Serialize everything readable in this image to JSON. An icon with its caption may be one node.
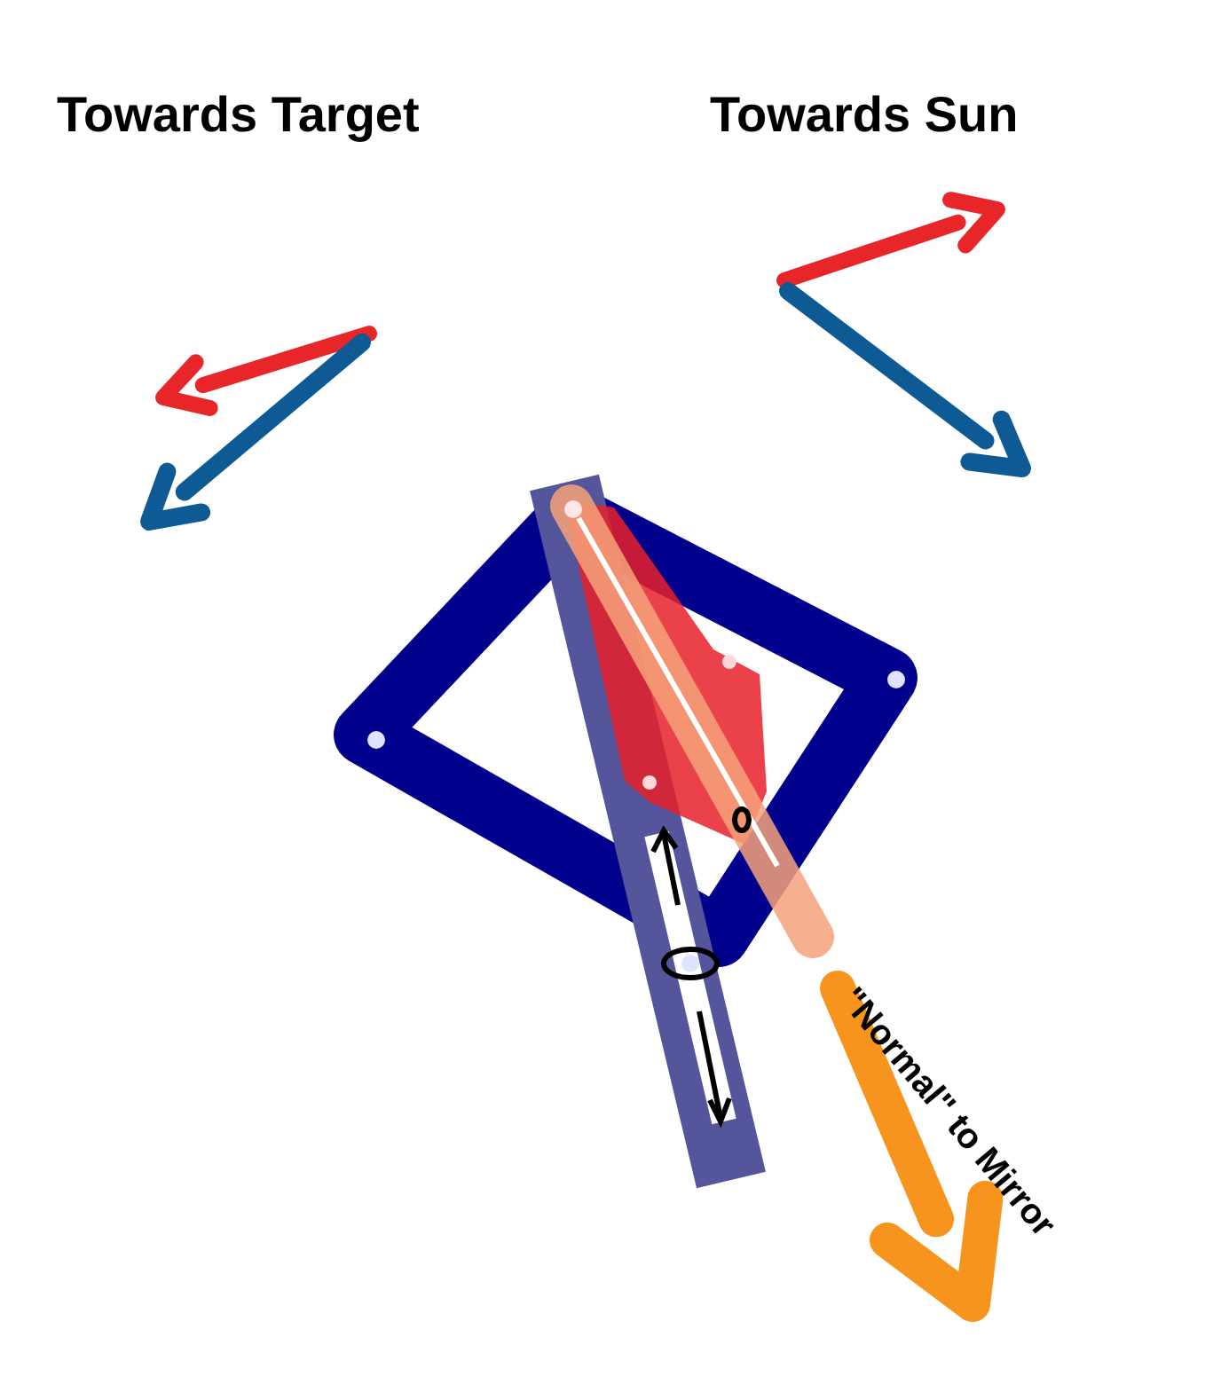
{
  "diagram": {
    "labels": [
      "Towards Target",
      "Towards Sun",
      "\"Normal\" to **Mirror**"
    ]
  }
}
